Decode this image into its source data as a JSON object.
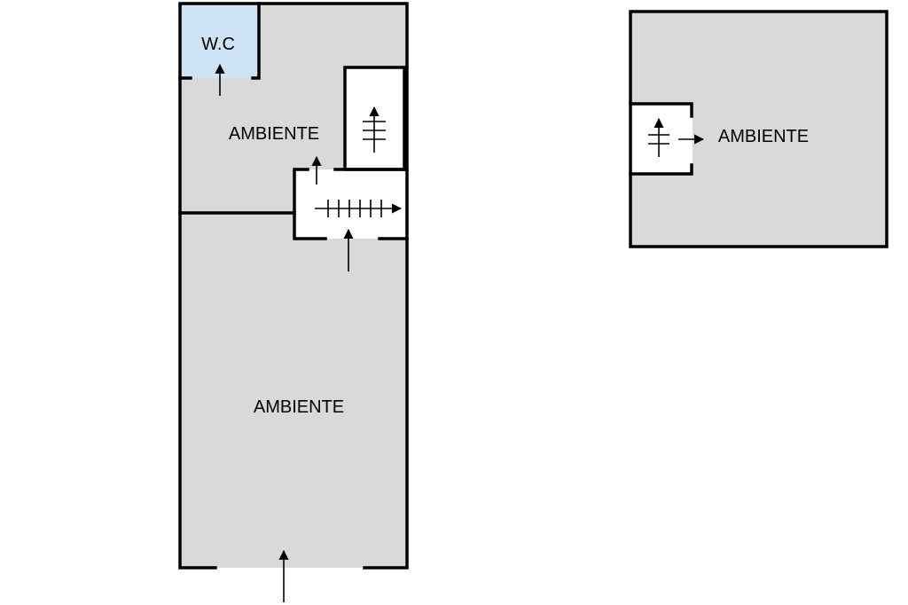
{
  "floor_plan": {
    "wc_label": "W.C",
    "upper_room_label": "AMBIENTE",
    "lower_room_label": "AMBIENTE",
    "upper_floor_room_label": "AMBIENTE"
  },
  "colors": {
    "room_fill": "#d9d9d9",
    "wc_fill": "#cfe3f7",
    "wall": "#000000",
    "background": "#ffffff"
  }
}
